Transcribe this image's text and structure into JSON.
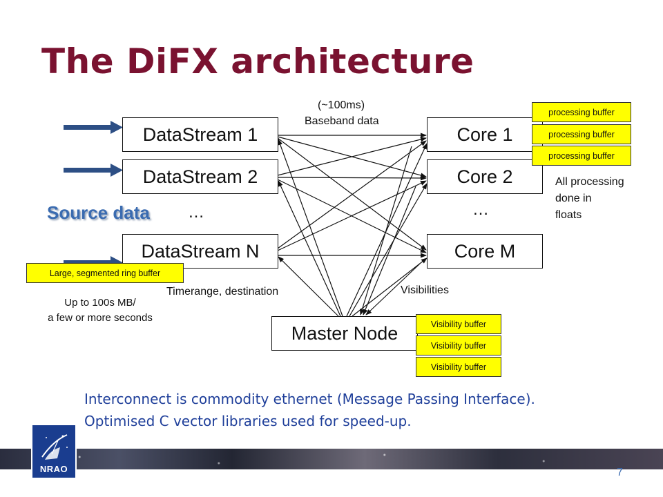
{
  "slide": {
    "title": "The DiFX architecture",
    "page_number": "7"
  },
  "datastreams": [
    "DataStream 1",
    "DataStream 2",
    "DataStream N"
  ],
  "cores": [
    "Core 1",
    "Core 2",
    "Core M"
  ],
  "master_node": "Master Node",
  "source_label": "Source data",
  "ellipsis": "…",
  "labels": {
    "interval": "(~100ms)",
    "baseband": "Baseband data",
    "timerange": "Timerange, destination",
    "visibilities": "Visibilities",
    "all_processing_1": "All processing",
    "all_processing_2": "done in",
    "all_processing_3": "floats",
    "up_to_1": "Up to 100s MB/",
    "up_to_2": "a few or more seconds"
  },
  "ring_buffer": "Large, segmented ring buffer",
  "processing_buffers": [
    "processing buffer",
    "processing buffer",
    "processing buffer"
  ],
  "visibility_buffers": [
    "Visibility buffer",
    "Visibility buffer",
    "Visibility buffer"
  ],
  "notes": [
    "Interconnect is commodity ethernet (Message Passing Interface).",
    "Optimised C vector libraries used for speed-up."
  ],
  "logo": {
    "text": "NRAO"
  },
  "colors": {
    "title": "#7a1230",
    "arrow_blue": "#2d4f85",
    "buffer_yellow": "#ffff00",
    "note_blue": "#1f3f9a",
    "source_blue": "#3a6bb0"
  }
}
